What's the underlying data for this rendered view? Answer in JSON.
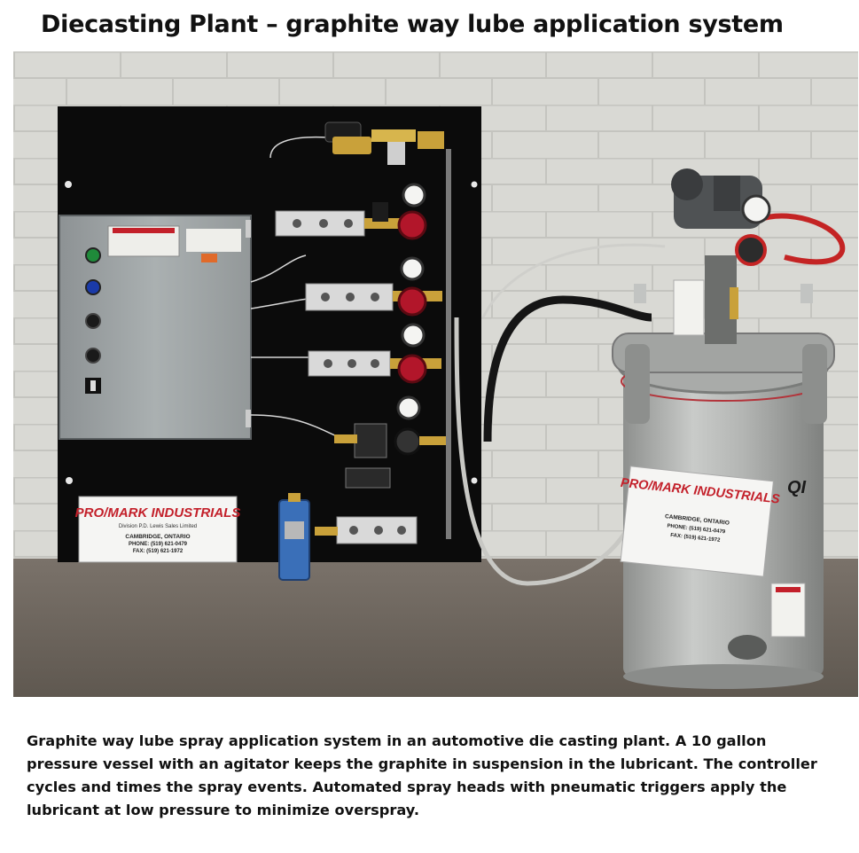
{
  "title": "Diecasting Plant – graphite way lube application system",
  "caption": "Graphite way lube spray application system in an automotive die casting plant. A 10 gallon pressure vessel with an agitator keeps the graphite in suspension in the lubricant. The controller cycles and times the spray events. Automated spray heads with pneumatic triggers apply the lubricant at low pressure to minimize overspray.",
  "photo": {
    "board_label": {
      "company": "PRO/MARK INDUSTRIALS",
      "division": "Division P.D. Lewis Sales Limited",
      "city": "CAMBRIDGE, ONTARIO",
      "phone": "PHONE: (519) 621-0479",
      "fax": "FAX: (519) 621-1972"
    },
    "tank_label": {
      "company": "PRO/MARK INDUSTRIALS",
      "city": "CAMBRIDGE, ONTARIO",
      "phone": "PHONE: (519) 621-0479",
      "fax": "FAX: (519) 621-1972"
    },
    "tank_brand": "QI",
    "colors": {
      "wall": "#d9d9d4",
      "board": "#0b0b0b",
      "floor": "#6f675f",
      "controller": "#9ea3a4",
      "tank": "#b5b7b5",
      "label_red": "#c3202a",
      "regulator_red": "#b2162a",
      "brass": "#c9a13a",
      "air_hose": "#c42424"
    }
  }
}
